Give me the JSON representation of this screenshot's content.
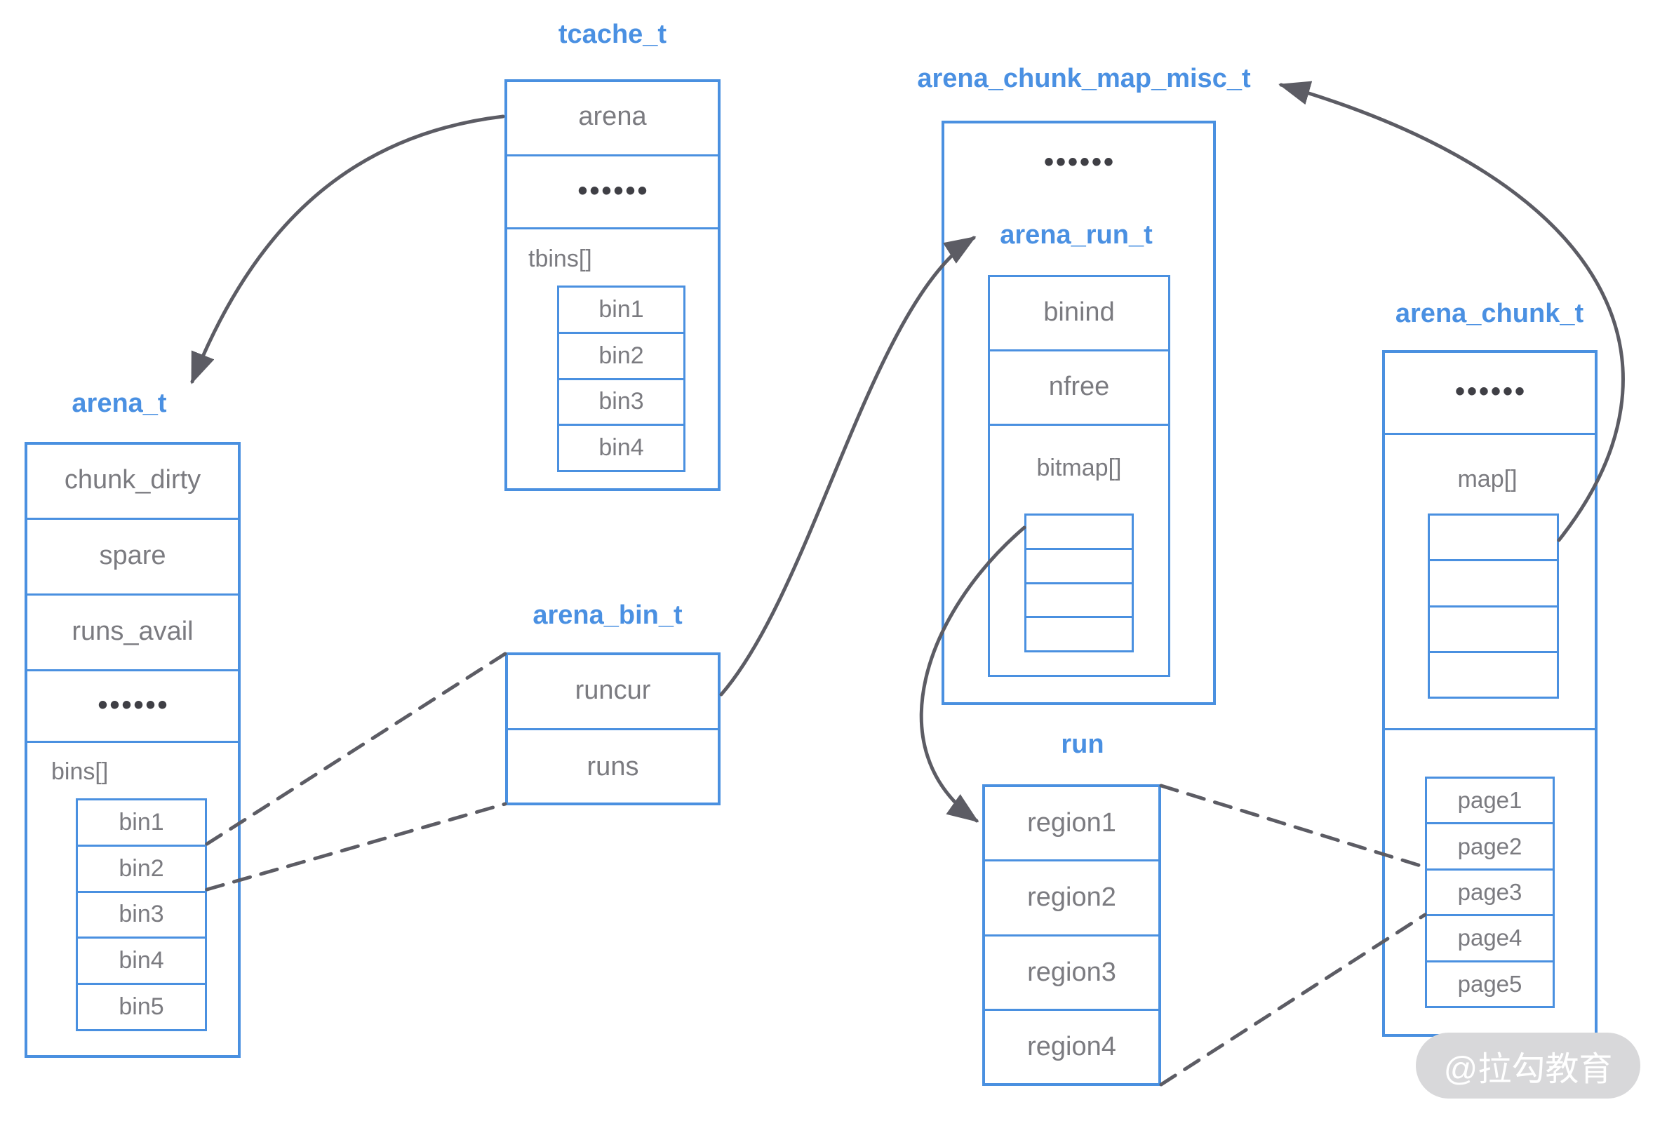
{
  "ui": {
    "ellipsis": "••••••"
  },
  "colors": {
    "box_border": "#4a90e0",
    "title_text": "#4a90e2",
    "member_text": "#7b7b80",
    "dots": "#3f3f45",
    "arrow": "#5c5c64",
    "watermark_bg": "#d8d8da",
    "watermark_text": "#ffffff"
  },
  "tcache": {
    "title": "tcache_t",
    "arena_field": "arena",
    "tbins_label": "tbins[]",
    "tbins": [
      "bin1",
      "bin2",
      "bin3",
      "bin4"
    ]
  },
  "arena": {
    "title": "arena_t",
    "fields": [
      "chunk_dirty",
      "spare",
      "runs_avail"
    ],
    "bins_label": "bins[]",
    "bins": [
      "bin1",
      "bin2",
      "bin3",
      "bin4",
      "bin5"
    ]
  },
  "arena_bin": {
    "title": "arena_bin_t",
    "fields": [
      "runcur",
      "runs"
    ]
  },
  "chunk_map_misc": {
    "title": "arena_chunk_map_misc_t",
    "run_title": "arena_run_t",
    "fields": [
      "binind",
      "nfree"
    ],
    "bitmap_label": "bitmap[]",
    "bitmap_cells": 4
  },
  "run": {
    "title": "run",
    "regions": [
      "region1",
      "region2",
      "region3",
      "region4"
    ]
  },
  "arena_chunk": {
    "title": "arena_chunk_t",
    "map_label": "map[]",
    "map_cells": 4,
    "pages": [
      "page1",
      "page2",
      "page3",
      "page4",
      "page5"
    ]
  },
  "watermark": {
    "text": "@拉勾教育"
  }
}
